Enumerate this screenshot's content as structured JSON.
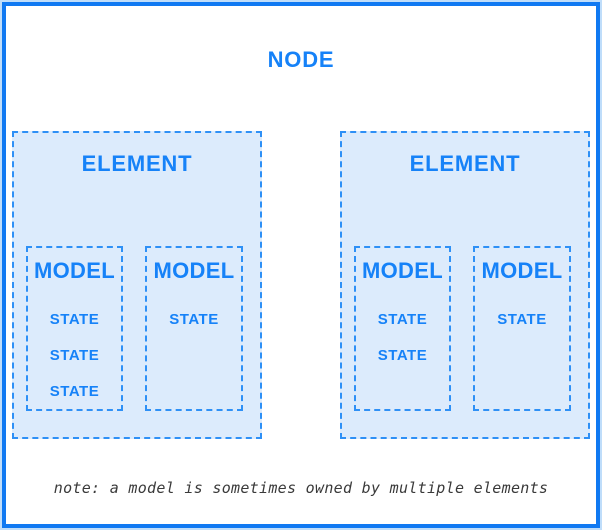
{
  "node": {
    "label": "NODE",
    "elements": [
      {
        "label": "ELEMENT",
        "models": [
          {
            "label": "MODEL",
            "states": [
              "STATE",
              "STATE",
              "STATE"
            ]
          },
          {
            "label": "MODEL",
            "states": [
              "STATE"
            ]
          }
        ]
      },
      {
        "label": "ELEMENT",
        "models": [
          {
            "label": "MODEL",
            "states": [
              "STATE",
              "STATE"
            ]
          },
          {
            "label": "MODEL",
            "states": [
              "STATE"
            ]
          }
        ]
      }
    ]
  },
  "note": "note: a model is sometimes owned by multiple elements",
  "colors": {
    "accent_text": "#1682F8",
    "solid_border": "#1079F2",
    "dashed_border": "#2E90F6",
    "panel_fill": "#DCEBFC",
    "outer_halo": "#BFDDFA",
    "note_text": "#3A3A3A",
    "background": "#FFFFFF"
  }
}
